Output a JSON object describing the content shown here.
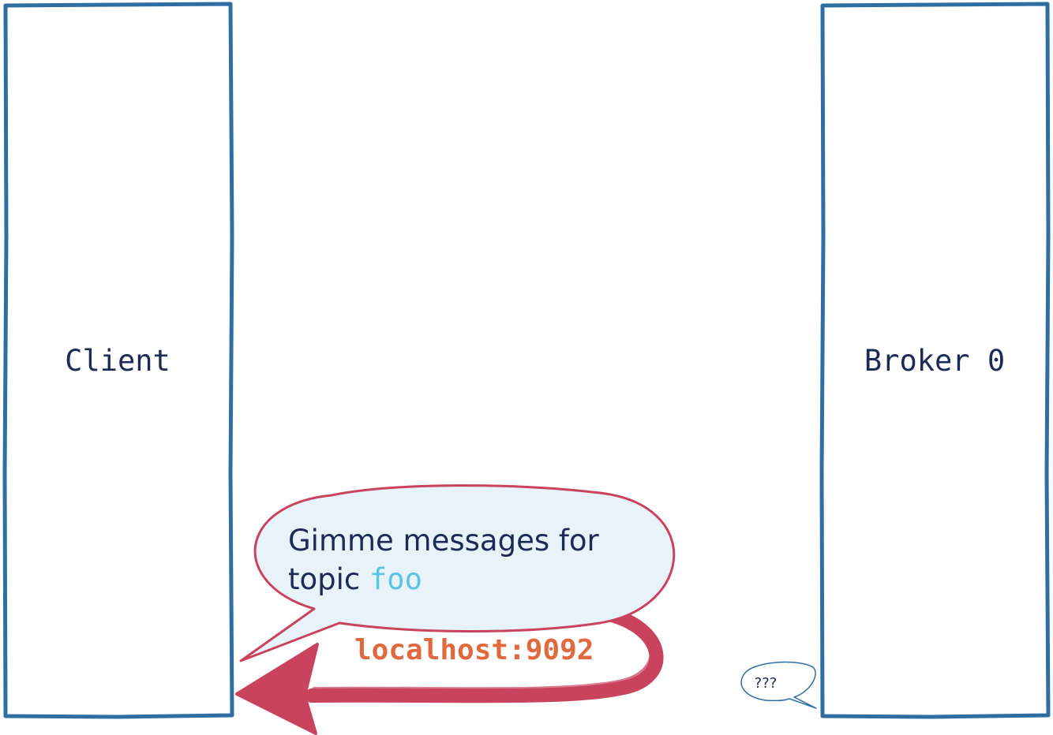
{
  "client": {
    "label": "Client"
  },
  "broker": {
    "label": "Broker 0"
  },
  "request_bubble": {
    "line1": "Gimme messages for",
    "line2_prefix": "topic ",
    "topic": "foo"
  },
  "arrow": {
    "label": "localhost:9092"
  },
  "broker_bubble": {
    "text": "???"
  },
  "colors": {
    "box_border": "#2f6ea3",
    "text_dark": "#1c2b55",
    "bubble_fill": "#e8f2f9",
    "bubble_stroke": "#c9435f",
    "topic_highlight": "#5bc4e6",
    "arrow": "#c9435f",
    "arrow_label": "#e0693f"
  }
}
